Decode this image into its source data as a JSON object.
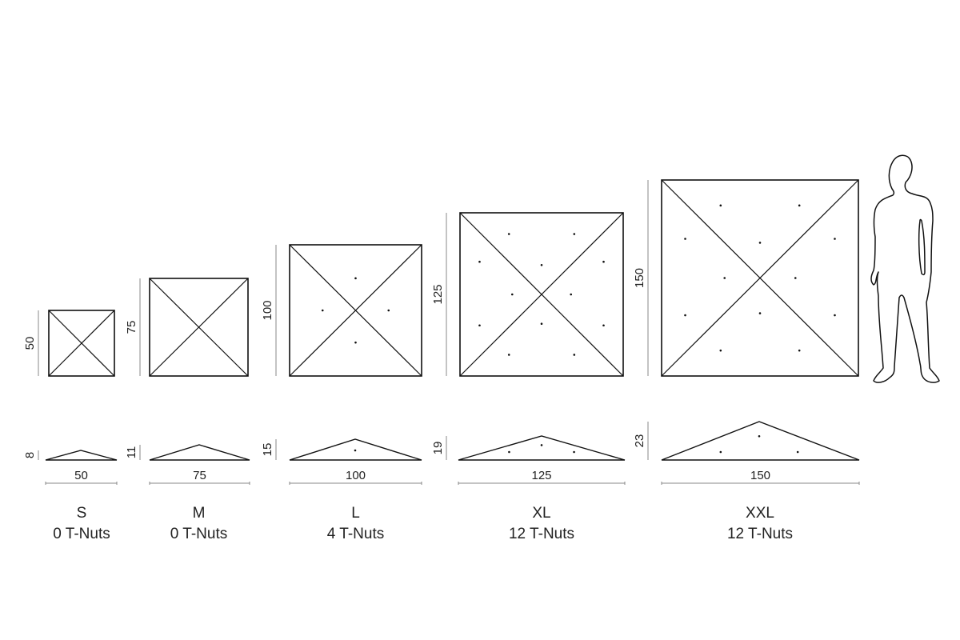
{
  "colors": {
    "line": "#111111",
    "dim": "#888888",
    "text": "#222222"
  },
  "unit_suffix": " T-Nuts",
  "sizes": [
    {
      "name": "S",
      "width": "50",
      "height": "8",
      "tnuts": "0 T-Nuts",
      "tnut_count": 0
    },
    {
      "name": "M",
      "width": "75",
      "height": "11",
      "tnuts": "0 T-Nuts",
      "tnut_count": 0
    },
    {
      "name": "L",
      "width": "100",
      "height": "15",
      "tnuts": "4 T-Nuts",
      "tnut_count": 4
    },
    {
      "name": "XL",
      "width": "125",
      "height": "19",
      "tnuts": "12 T-Nuts",
      "tnut_count": 12
    },
    {
      "name": "XXL",
      "width": "150",
      "height": "23",
      "tnuts": "12 T-Nuts",
      "tnut_count": 12
    }
  ],
  "human_figure": "person-silhouette"
}
